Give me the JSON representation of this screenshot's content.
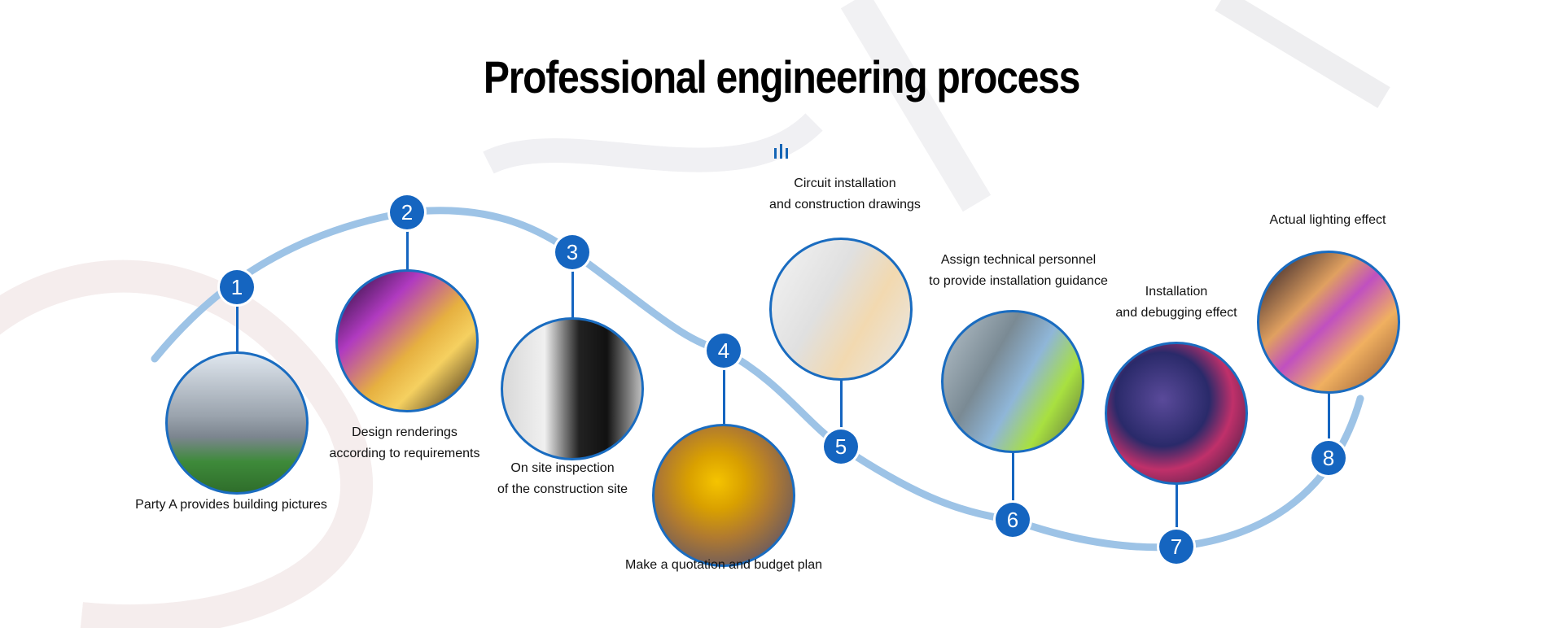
{
  "title": "Professional engineering process",
  "colors": {
    "accent": "#1565c0",
    "curve": "#9dc3e6"
  },
  "steps": [
    {
      "num": "1",
      "lines": [
        "Party A provides building pictures"
      ]
    },
    {
      "num": "2",
      "lines": [
        "Design renderings",
        "according to requirements"
      ]
    },
    {
      "num": "3",
      "lines": [
        "On site inspection",
        "of the construction site"
      ]
    },
    {
      "num": "4",
      "lines": [
        "Make a quotation and budget plan"
      ]
    },
    {
      "num": "5",
      "lines": [
        "Circuit installation",
        "and construction drawings"
      ]
    },
    {
      "num": "6",
      "lines": [
        "Assign technical personnel",
        "to provide installation guidance"
      ]
    },
    {
      "num": "7",
      "lines": [
        "Installation",
        "and debugging effect"
      ]
    },
    {
      "num": "8",
      "lines": [
        "Actual lighting effect"
      ]
    }
  ]
}
